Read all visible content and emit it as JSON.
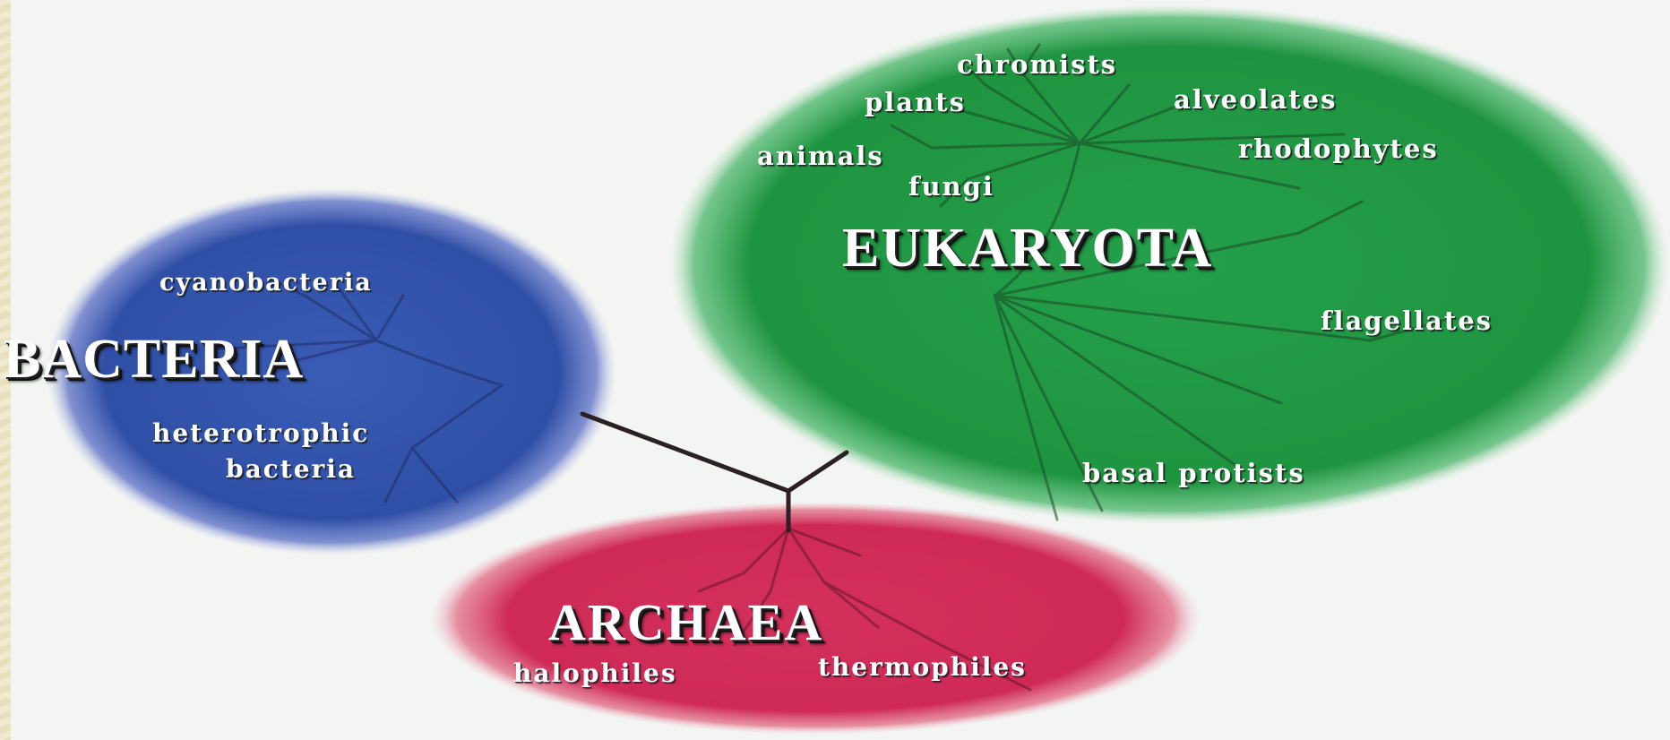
{
  "colors": {
    "background": "#f3f5f2",
    "bacteria": "#2f4fa6",
    "eukaryota": "#1f9440",
    "archaea": "#cf2a57",
    "branches": "#2b2023"
  },
  "domains": {
    "bacteria": {
      "name": "BACTERIA",
      "groups": [
        "cyanobacteria",
        "heterotrophic",
        "bacteria"
      ]
    },
    "eukaryota": {
      "name": "EUKARYOTA",
      "groups": [
        "chromists",
        "plants",
        "alveolates",
        "animals",
        "rhodophytes",
        "fungi",
        "flagellates",
        "basal protists"
      ]
    },
    "archaea": {
      "name": "ARCHAEA",
      "groups": [
        "halophiles",
        "thermophiles"
      ]
    }
  }
}
